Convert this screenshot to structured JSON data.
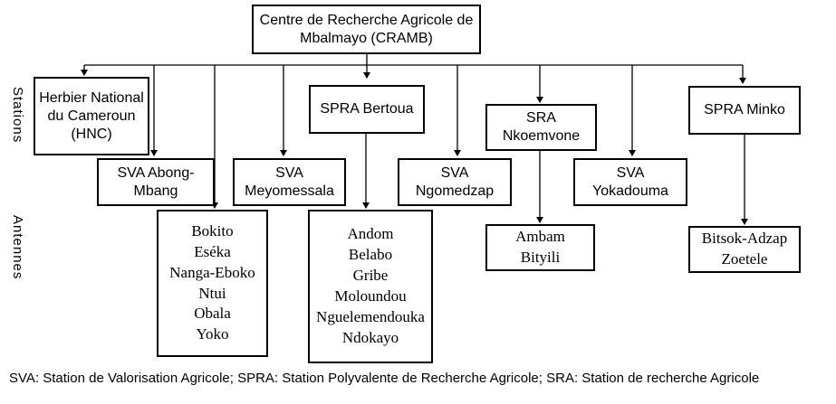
{
  "root": {
    "line1": "Centre de Recherche Agricole de",
    "line2": "Mbalmayo (CRAMB)"
  },
  "row_labels": {
    "stations": "Stations",
    "antennes": "Antennes"
  },
  "stations": {
    "hnc": [
      "Herbier National",
      "du Cameroun",
      "(HNC)"
    ],
    "abong": [
      "SVA Abong-",
      "Mbang"
    ],
    "meyomessala": [
      "SVA",
      "Meyomessala"
    ],
    "bertoua": [
      "SPRA Bertoua"
    ],
    "ngomedzap": [
      "SVA",
      "Ngomedzap"
    ],
    "nkoemvone": [
      "SRA",
      "Nkoemvone"
    ],
    "yokadouma": [
      "SVA",
      "Yokadouma"
    ],
    "minko": [
      "SPRA Minko"
    ]
  },
  "antennes": {
    "group1": [
      "Bokito",
      "Eséka",
      "Nanga-Eboko",
      "Ntui",
      "Obala",
      "Yoko"
    ],
    "group2": [
      "Andom",
      "Belabo",
      "Gribe",
      "Moloundou",
      "Nguelemendouka",
      "Ndokayo"
    ],
    "group3": [
      "Ambam",
      "Bityili"
    ],
    "group4": [
      "Bitsok-Adzap",
      "Zoetele"
    ]
  },
  "legend": "SVA: Station de Valorisation Agricole; SPRA: Station Polyvalente de Recherche Agricole; SRA: Station de recherche Agricole"
}
